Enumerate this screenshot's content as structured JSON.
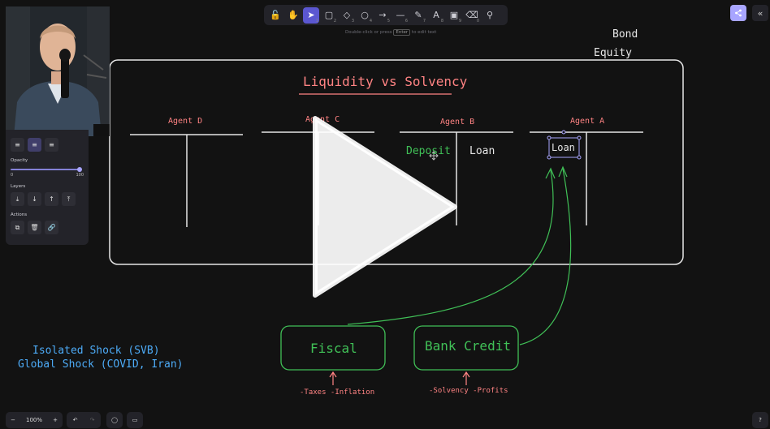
{
  "toolbar": {
    "tools": [
      {
        "name": "lock-icon",
        "glyph": "🔓",
        "num": ""
      },
      {
        "name": "hand-icon",
        "glyph": "✋",
        "num": ""
      },
      {
        "name": "selection-icon",
        "glyph": "➤",
        "num": "1",
        "active": true
      },
      {
        "name": "rectangle-icon",
        "glyph": "▢",
        "num": "2"
      },
      {
        "name": "diamond-icon",
        "glyph": "◇",
        "num": "3"
      },
      {
        "name": "ellipse-icon",
        "glyph": "○",
        "num": "4"
      },
      {
        "name": "arrow-icon",
        "glyph": "→",
        "num": "5"
      },
      {
        "name": "line-icon",
        "glyph": "—",
        "num": "6"
      },
      {
        "name": "pencil-icon",
        "glyph": "✎",
        "num": "7"
      },
      {
        "name": "text-icon",
        "glyph": "A",
        "num": "8"
      },
      {
        "name": "image-icon",
        "glyph": "▣",
        "num": "9"
      },
      {
        "name": "eraser-icon",
        "glyph": "⌫",
        "num": "0"
      },
      {
        "name": "extra-tools-icon",
        "glyph": "⚲",
        "num": ""
      }
    ],
    "hint_before": "Double-click or press",
    "hint_key": "Enter",
    "hint_after": "to edit text"
  },
  "props": {
    "opacity_label": "Opacity",
    "opacity_min": "0",
    "opacity_max": "100",
    "layers_label": "Layers",
    "actions_label": "Actions"
  },
  "canvas": {
    "title": "Liquidity vs Solvency",
    "bond": "Bond",
    "equity": "Equity",
    "agents": [
      "Agent D",
      "Agent C",
      "Agent B",
      "Agent A"
    ],
    "deposit": "Deposit",
    "loan_b": "Loan",
    "loan_a": "Loan",
    "fiscal": "Fiscal",
    "bank_credit": "Bank Credit",
    "fiscal_note": "-Taxes -Inflation",
    "bank_note": "-Solvency -Profits",
    "shock1": "Isolated Shock (SVB)",
    "shock2": "Global Shock (COVID, Iran)"
  },
  "footer": {
    "zoom": "100%",
    "zoom_out": "−",
    "zoom_in": "+"
  },
  "colors": {
    "red": "#ff8383",
    "green": "#40c057",
    "blue": "#4dabf7",
    "white": "#e6e6e6",
    "accent": "#a8a5ff"
  }
}
